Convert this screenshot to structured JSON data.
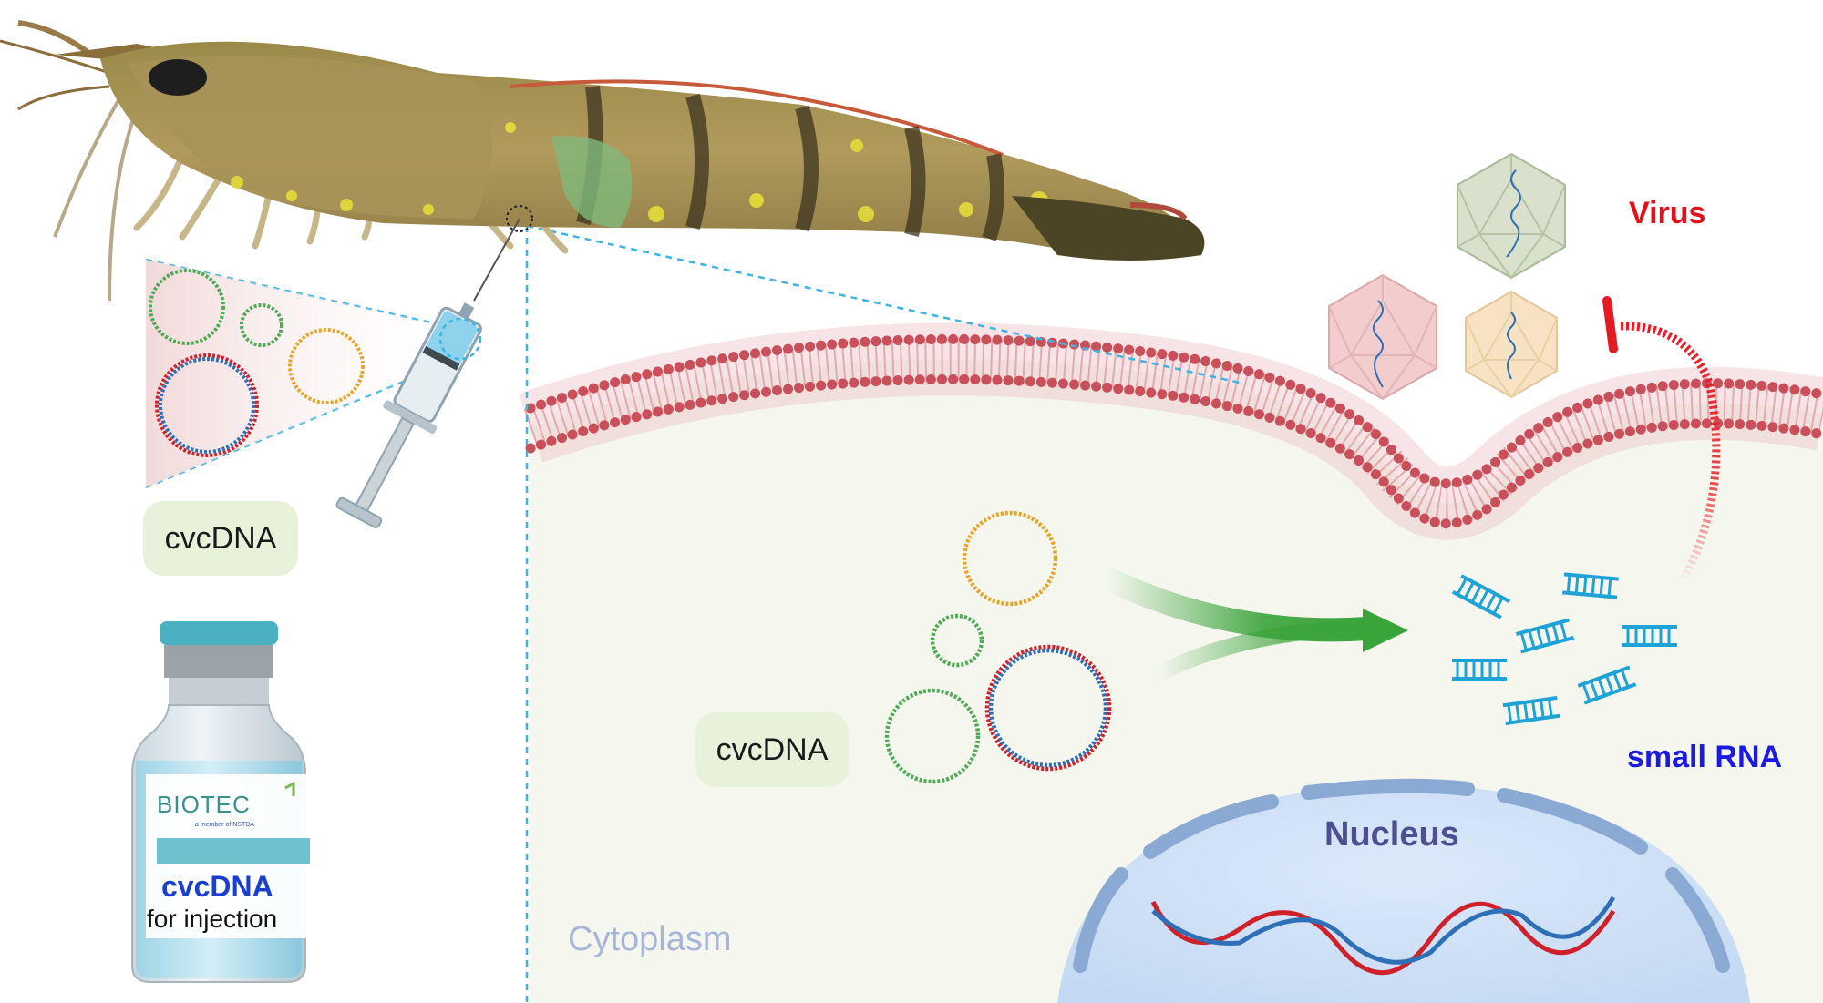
{
  "labels": {
    "virus": "Virus",
    "cvcdna_left": "cvcDNA",
    "cvcdna_center": "cvcDNA",
    "small_rna": "small RNA",
    "nucleus": "Nucleus",
    "cytoplasm": "Cytoplasm"
  },
  "vial": {
    "brand": "BIOTEC",
    "brand_sub": "a member of NSTDA",
    "product": "cvcDNA",
    "usage": "for injection"
  },
  "colors": {
    "virus_label": "#e3101b",
    "small_rna_label": "#1a1ae0",
    "nucleus_label": "#4d4f91",
    "cytoplasm_label": "#a7b6d8",
    "membrane": "#c9505a",
    "cytoplasm_fill": "#f5f7ee",
    "nucleus_fill": "#cfe1f7",
    "nuclear_envelope": "#8aaad3",
    "rna": "#1fa2d6",
    "arrow": "#3aa33a",
    "inhibition": "#e51b24",
    "dashed_guide": "#3fb4e0",
    "dna_red": "#d0202a",
    "dna_blue": "#2f6fb5",
    "plasmid_yellow": "#e3a62a",
    "plasmid_green": "#4faa55",
    "pill_bg": "#e8f1d9"
  },
  "icons": {
    "shrimp": "shrimp-illustration",
    "syringe": "syringe-icon",
    "vial": "vial-icon",
    "virus": "icosahedral-virus-icon",
    "plasmid": "circular-dna-icon",
    "rna": "double-stranded-rna-icon"
  }
}
